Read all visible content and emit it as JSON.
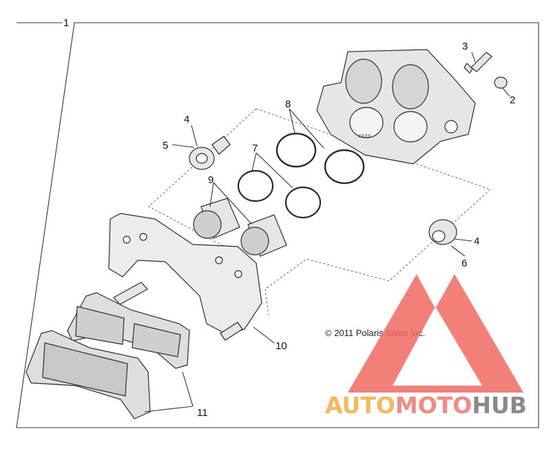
{
  "callouts": [
    "1",
    "2",
    "3",
    "4",
    "5",
    "7",
    "8",
    "9",
    "4",
    "6",
    "10",
    "11"
  ],
  "copyright": "© 2011 Polaris Sales Inc.",
  "casting_mark": "XXXX",
  "watermark": {
    "part1": "AUTO",
    "part2": "MOTO",
    "part3": "HUB",
    "color1": "#f5b85a",
    "color2": "#f08a82",
    "color3": "#8a8a8a",
    "logo_color": "#f06a62"
  }
}
